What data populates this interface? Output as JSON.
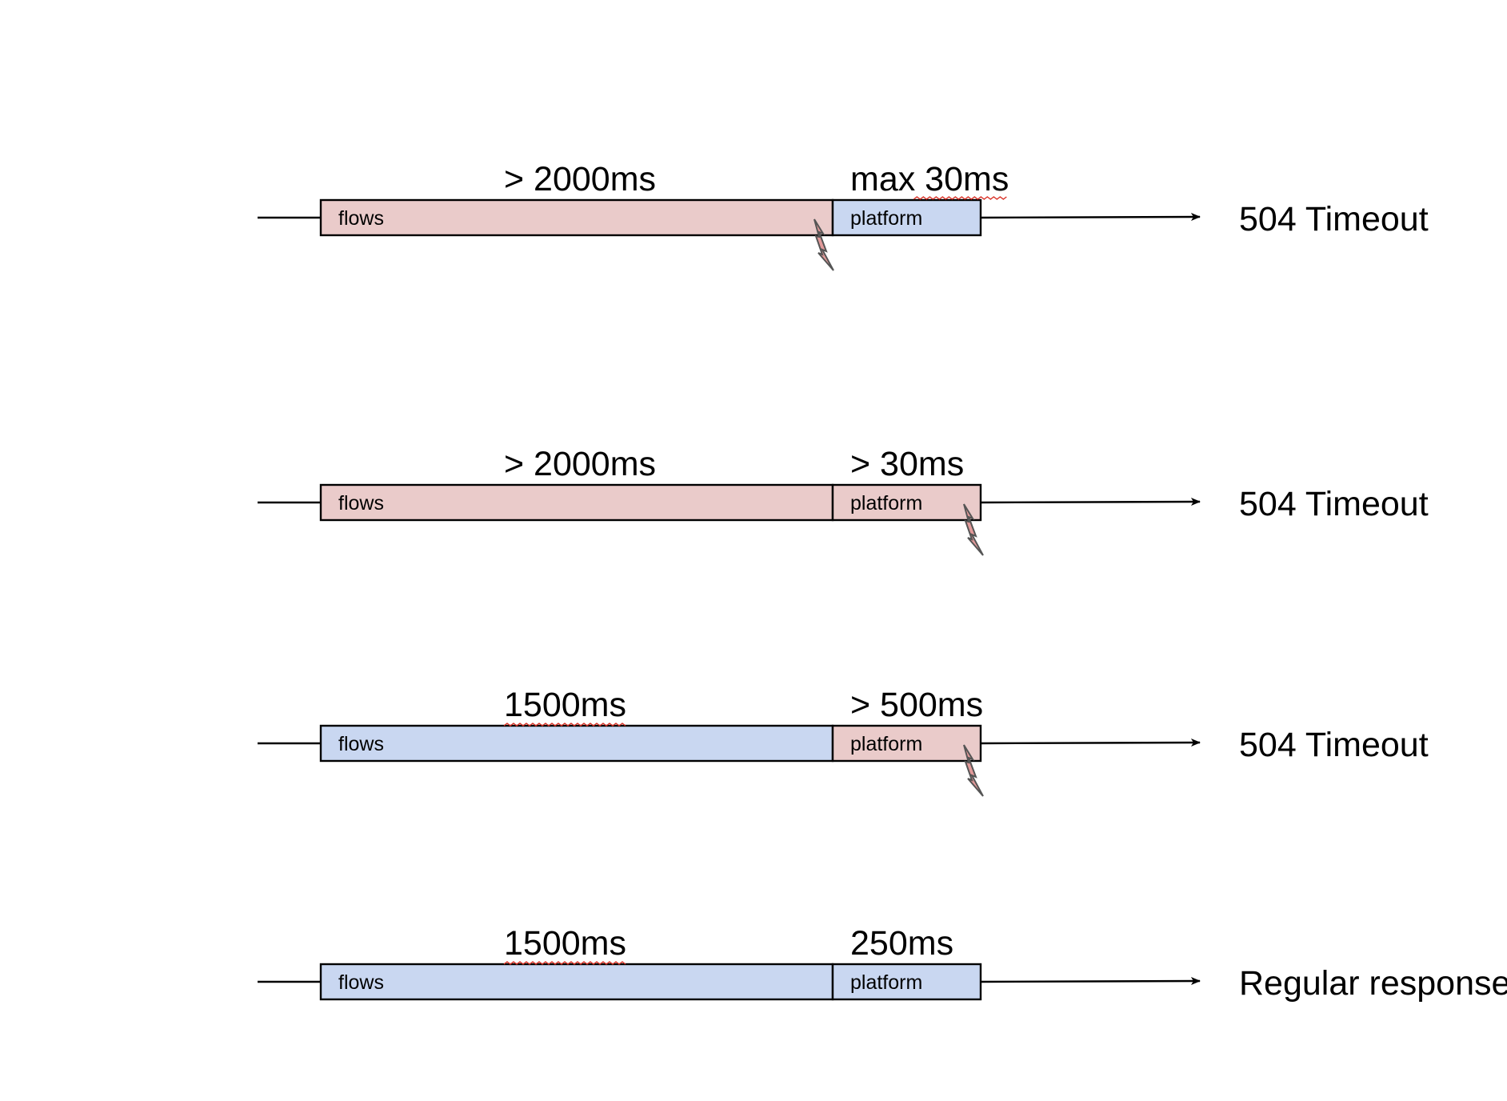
{
  "colors": {
    "error": "#eacbca",
    "ok": "#c9d7f1",
    "bolt": "#e29a9a"
  },
  "rows": [
    {
      "flows": {
        "label": "flows",
        "duration": "> 2000ms",
        "status": "error",
        "squiggle": false
      },
      "platform": {
        "label": "platform",
        "duration": "max 30ms",
        "status": "ok",
        "squiggle": true
      },
      "outcome": "504 Timeout",
      "bolt": "flows-end"
    },
    {
      "flows": {
        "label": "flows",
        "duration": "> 2000ms",
        "status": "error",
        "squiggle": false
      },
      "platform": {
        "label": "platform",
        "duration": "> 30ms",
        "status": "error",
        "squiggle": false
      },
      "outcome": "504 Timeout",
      "bolt": "platform-end"
    },
    {
      "flows": {
        "label": "flows",
        "duration": "1500ms",
        "status": "ok",
        "squiggle": true
      },
      "platform": {
        "label": "platform",
        "duration": "> 500ms",
        "status": "error",
        "squiggle": false
      },
      "outcome": "504 Timeout",
      "bolt": "platform-end"
    },
    {
      "flows": {
        "label": "flows",
        "duration": "1500ms",
        "status": "ok",
        "squiggle": true
      },
      "platform": {
        "label": "platform",
        "duration": "250ms",
        "status": "ok",
        "squiggle": false
      },
      "outcome": "Regular response",
      "bolt": "none"
    }
  ]
}
